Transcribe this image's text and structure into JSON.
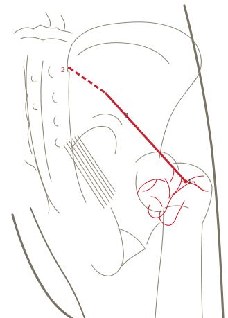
{
  "labels": {
    "point_1": "1",
    "point_2": "2",
    "line_3": "3"
  },
  "colors": {
    "anatomy_outline": "#8f8878",
    "line_and_vessels": "#cc1f2d",
    "skin_outline": "#7a7364",
    "label_red": "#cc1f2d",
    "label_dark": "#222222"
  }
}
